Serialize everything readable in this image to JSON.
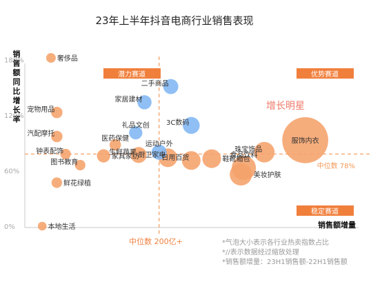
{
  "chart_data": {
    "type": "scatter",
    "title": "23年上半年抖音电商行业销售表现",
    "ylabel": "销售额同比增长率",
    "xlabel": "销售额增量",
    "y_ticks": [
      "0%",
      "60%",
      "120%",
      "180%"
    ],
    "ylim": [
      0,
      185
    ],
    "xlim": [
      -5,
      100
    ],
    "median_x_label": "中位数 200亿+",
    "median_y_label": "中位数 78%",
    "median_x_value": 40,
    "median_y_value": 78,
    "quadrants": {
      "top_left": "潜力赛道",
      "top_right": "优势赛道",
      "bottom_right": "稳定赛道",
      "star": "增长明星"
    },
    "notes": [
      "*气泡大小表示各行业热卖指数占比",
      "*//表示数据经过缩放处理",
      "*销售额增量：23H1销售额-22H1销售额"
    ],
    "colors": {
      "orange": "#f5a26a",
      "blue": "#7fb6f2",
      "accent": "#f07f3c",
      "star": "#ef7a6a"
    },
    "points": [
      {
        "name": "奢侈品",
        "x": 3,
        "y": 182,
        "size": 0.6,
        "color": "orange",
        "label_pos": "right"
      },
      {
        "name": "二手商品",
        "x": 44,
        "y": 151,
        "size": 1.2,
        "color": "blue",
        "label_pos": "left"
      },
      {
        "name": "家居建材",
        "x": 35,
        "y": 134,
        "size": 1.1,
        "color": "blue",
        "label_pos": "left"
      },
      {
        "name": "宠物用品",
        "x": 5,
        "y": 123,
        "size": 0.8,
        "color": "orange",
        "label_pos": "left"
      },
      {
        "name": "3C数码",
        "x": 51,
        "y": 109,
        "size": 1.4,
        "color": "blue",
        "label_pos": "left"
      },
      {
        "name": "礼品文创",
        "x": 32,
        "y": 101,
        "size": 1.0,
        "color": "blue",
        "label_pos": "up"
      },
      {
        "name": "汽配摩托",
        "x": 5,
        "y": 97,
        "size": 0.8,
        "color": "orange",
        "label_pos": "left"
      },
      {
        "name": "服饰内衣",
        "x": 90,
        "y": 93,
        "size": 4.6,
        "color": "orange",
        "label_pos": "center"
      },
      {
        "name": "医药保健",
        "x": 25,
        "y": 88,
        "size": 0.8,
        "color": "orange",
        "label_pos": "up"
      },
      {
        "name": "运动户外",
        "x": 40,
        "y": 80,
        "size": 1.2,
        "color": "blue",
        "label_pos": "up"
      },
      {
        "name": "珠宝饰品",
        "x": 76,
        "y": 80,
        "size": 1.8,
        "color": "orange",
        "label_pos": "left"
      },
      {
        "name": "钟表配饰",
        "x": 8,
        "y": 78,
        "size": 0.7,
        "color": "orange",
        "label_pos": "left"
      },
      {
        "name": "生鲜蔬果",
        "x": 33,
        "y": 77,
        "size": 1.3,
        "color": "orange",
        "label_pos": "left"
      },
      {
        "name": "厨卫家电",
        "x": 43,
        "y": 74,
        "size": 1.6,
        "color": "orange",
        "label_pos": "left"
      },
      {
        "name": "家具家纺",
        "x": 21,
        "y": 76,
        "size": 1.0,
        "color": "orange",
        "label_pos": "right"
      },
      {
        "name": "鞋靴箱包",
        "x": 58,
        "y": 73,
        "size": 1.6,
        "color": "orange",
        "label_pos": "right"
      },
      {
        "name": "日用百货",
        "x": 51,
        "y": 71,
        "size": 1.6,
        "color": "orange",
        "label_pos": "left"
      },
      {
        "name": "图书教育",
        "x": 13,
        "y": 66,
        "size": 0.7,
        "color": "orange",
        "label_pos": "left"
      },
      {
        "name": "食品饮料",
        "x": 69,
        "y": 63,
        "size": 2.2,
        "color": "orange",
        "label_pos": "up"
      },
      {
        "name": "鲜花绿植",
        "x": 5,
        "y": 47,
        "size": 0.7,
        "color": "orange",
        "label_pos": "right"
      },
      {
        "name": "美妆护肤",
        "x": 68,
        "y": 56,
        "size": 2.0,
        "color": "orange",
        "label_pos": "right"
      },
      {
        "name": "本地生活",
        "x": 0,
        "y": 0,
        "size": 0.5,
        "color": "orange",
        "label_pos": "right"
      }
    ]
  }
}
